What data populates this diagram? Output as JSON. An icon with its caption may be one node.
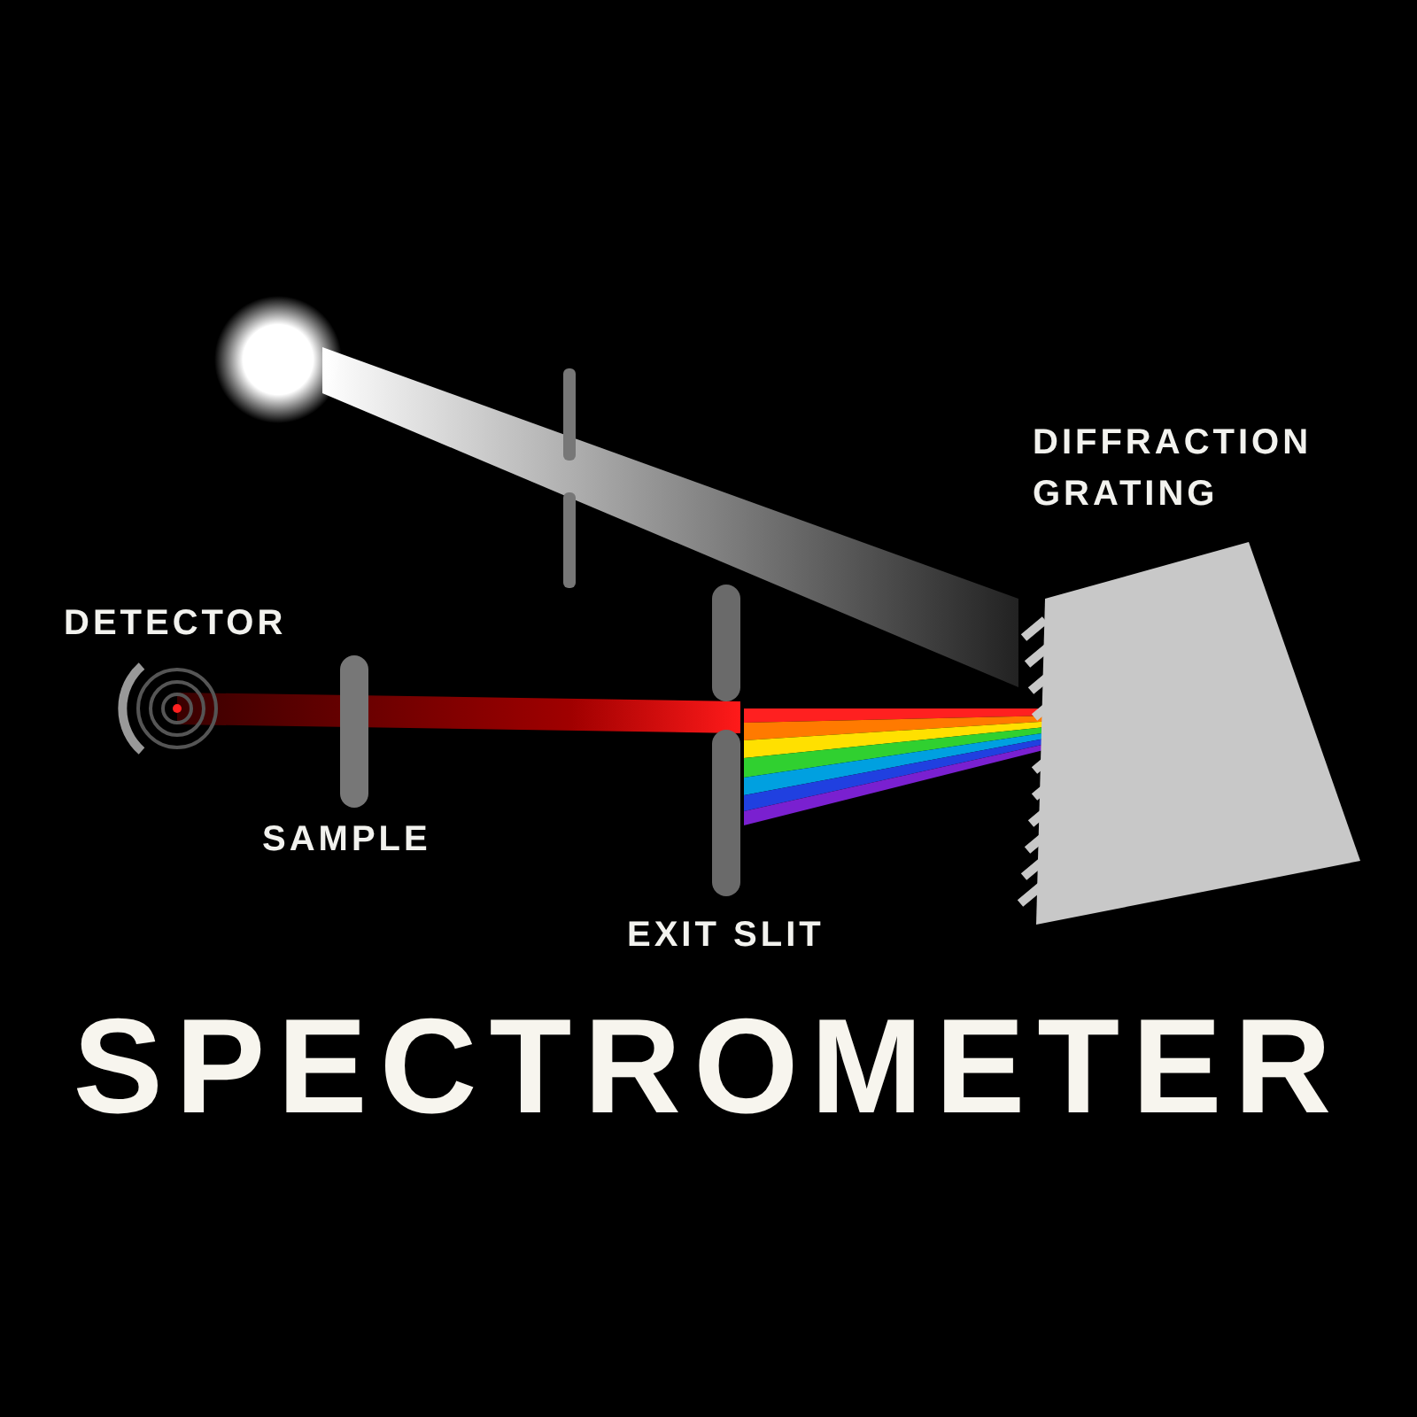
{
  "diagram": {
    "title": "SPECTROMETER",
    "labels": [
      "DIFFRACTION GRATING",
      "DETECTOR",
      "SAMPLE",
      "EXIT SLIT"
    ]
  }
}
